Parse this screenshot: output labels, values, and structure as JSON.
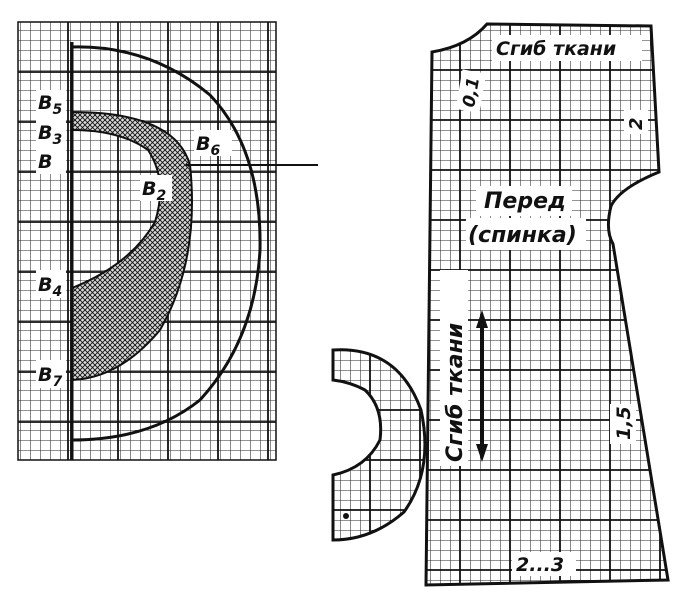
{
  "left_panel": {
    "labels": {
      "b5": "B5",
      "b3": "B3",
      "b": "B",
      "b6": "B6",
      "b2": "B2",
      "b4": "B4",
      "b7": "B7"
    }
  },
  "right_panel": {
    "fold_top": "Сгиб ткани",
    "dim_neck": "0,1",
    "dim_shoulder": "2",
    "piece_name_line1": "Перед",
    "piece_name_line2": "(спинка)",
    "fold_side": "Сгиб ткани",
    "dim_side": "1,5",
    "dim_hem": "2...3"
  },
  "colors": {
    "line": "#111111",
    "grid_minor": "#3a3a3a",
    "background": "#ffffff"
  }
}
